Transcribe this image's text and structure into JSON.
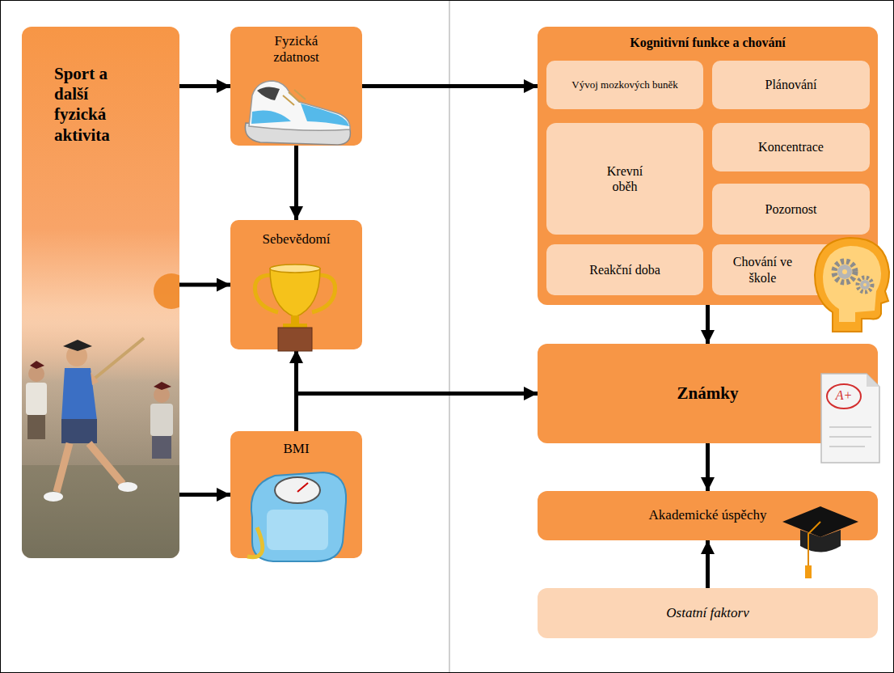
{
  "diagram": {
    "nodes": [
      {
        "text": [
          "Sport a další fyzická aktivita"
        ]
      },
      {
        "text": [
          "Fyzická zdatnost"
        ]
      },
      {
        "text": [
          "Sebevědomí"
        ]
      },
      {
        "text": [
          "BMI"
        ]
      },
      {
        "text": [
          "Kognitivní funkce a chování"
        ]
      },
      {
        "text": [
          "Vývoj mozkových buněk"
        ],
        "in": 4
      },
      {
        "text": [
          "Plánování"
        ],
        "in": 4
      },
      {
        "text": [
          "Krevní oběh"
        ],
        "in": 4
      },
      {
        "text": [
          "Koncentrace"
        ],
        "in": 4
      },
      {
        "text": [
          "Pozornost"
        ],
        "in": 4
      },
      {
        "text": [
          "Reakční doba"
        ],
        "in": 4
      },
      {
        "text": [
          "Chování ve škole"
        ],
        "in": 4
      },
      {
        "text": [
          "Známky"
        ]
      },
      {
        "text": [
          "Akademické úspěchy"
        ]
      },
      {
        "text": [
          "Ostatní faktorv"
        ]
      }
    ],
    "edges": [
      {
        "from": 0,
        "to": 1,
        "arrow": "to"
      },
      {
        "from": 0,
        "to": 2,
        "arrow": "to"
      },
      {
        "from": 0,
        "to": 3,
        "arrow": "to"
      },
      {
        "from": 1,
        "to": 4,
        "arrow": "to"
      },
      {
        "from": 1,
        "to": 2,
        "arrow": "to"
      },
      {
        "from": 3,
        "to": 2,
        "arrow": "to"
      },
      {
        "from": 3,
        "to": 12,
        "arrow": "to"
      },
      {
        "from": 4,
        "to": 12,
        "arrow": "to"
      },
      {
        "from": 12,
        "to": 13,
        "arrow": "to"
      },
      {
        "from": 14,
        "to": 13,
        "arrow": "to"
      }
    ],
    "labels": [
      "A+"
    ]
  }
}
